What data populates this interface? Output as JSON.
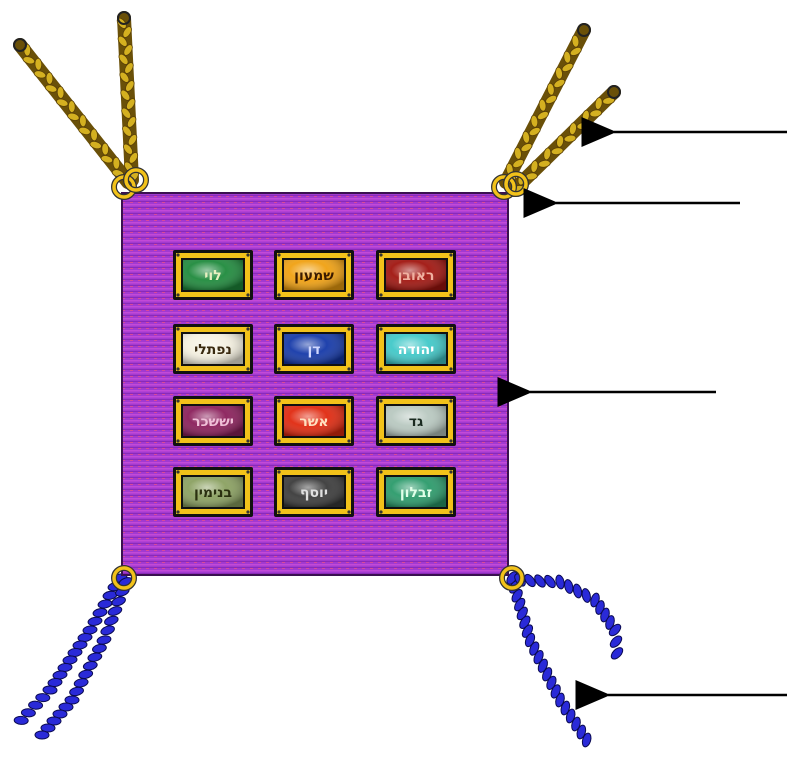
{
  "breastplate": {
    "fabric_color": "#a23ad0",
    "frame_color": "#f2c21a",
    "stone_rows": [
      [
        {
          "name": "לוי",
          "color": "#1e8a3c",
          "text_color": "#e8f0c0"
        },
        {
          "name": "שמעון",
          "color": "#f0a010",
          "text_color": "#3a1a00"
        },
        {
          "name": "ראובן",
          "color": "#a0140e",
          "text_color": "#f0b0a0"
        }
      ],
      [
        {
          "name": "נפתלי",
          "color": "#f4f0e0",
          "text_color": "#3a2a10"
        },
        {
          "name": "דן",
          "color": "#1438a8",
          "text_color": "#d0d8ff"
        },
        {
          "name": "יהודה",
          "color": "#40c8c8",
          "text_color": "#ffffff"
        }
      ],
      [
        {
          "name": "יששכר",
          "color": "#8a1e5a",
          "text_color": "#f0c0d8"
        },
        {
          "name": "אשר",
          "color": "#e0280e",
          "text_color": "#ffe0c0"
        },
        {
          "name": "גד",
          "color": "#b8c8c0",
          "text_color": "#1a2a20"
        }
      ],
      [
        {
          "name": "בנימין",
          "color": "#8aa060",
          "text_color": "#2a3010"
        },
        {
          "name": "יוסף",
          "color": "#3a3a3a",
          "text_color": "#e0e0e0"
        },
        {
          "name": "זבלון",
          "color": "#2a9a6a",
          "text_color": "#e0ffe8"
        }
      ]
    ]
  },
  "chains": {
    "gold_color": "#d4b020",
    "blue_color": "#2a2ad8"
  },
  "arrows": [
    {
      "target": "gold-chains"
    },
    {
      "target": "gold-rings"
    },
    {
      "target": "breastplate"
    },
    {
      "target": "blue-cords"
    }
  ]
}
